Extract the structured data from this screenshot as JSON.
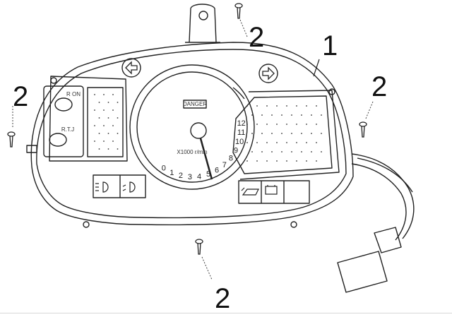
{
  "callouts": {
    "housing": "1",
    "screw": "2"
  },
  "gauge": {
    "ticks": [
      "0",
      "1",
      "2",
      "3",
      "4",
      "5",
      "6",
      "7",
      "8",
      "9",
      "10",
      "11",
      "12"
    ],
    "unit": "X1000 r/min",
    "warning": "DANGER"
  },
  "left_panel": {
    "label_top": "R ON",
    "label_bottom": "R.T.J"
  },
  "icons": {
    "left_arrow": "turn-signal-left-icon",
    "right_arrow": "turn-signal-right-icon",
    "headlight": "headlight-icon",
    "high_beam": "high-beam-icon",
    "oil": "oil-pressure-icon",
    "battery": "battery-icon"
  }
}
